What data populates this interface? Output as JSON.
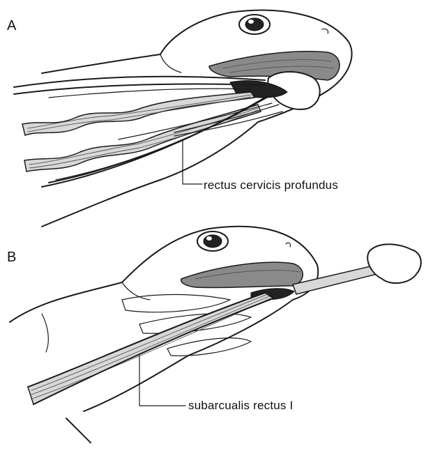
{
  "figure": {
    "panels": [
      {
        "letter": "A",
        "label": "rectus cervicis profundus"
      },
      {
        "letter": "B",
        "label": "subarcualis rectus I"
      }
    ]
  }
}
